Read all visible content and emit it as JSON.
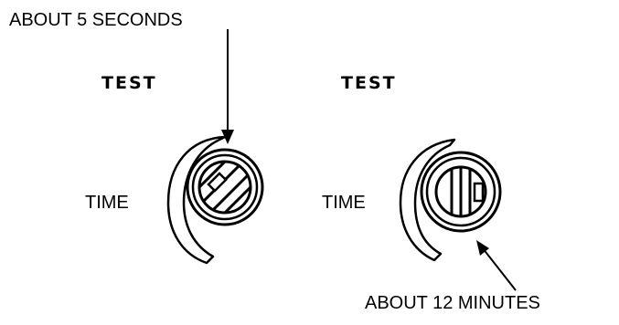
{
  "callouts": {
    "left": "ABOUT 5 SECONDS",
    "right": "ABOUT 12 MINUTES"
  },
  "dials": [
    {
      "heading": "TEST",
      "side_label": "TIME"
    },
    {
      "heading": "TEST",
      "side_label": "TIME"
    }
  ]
}
